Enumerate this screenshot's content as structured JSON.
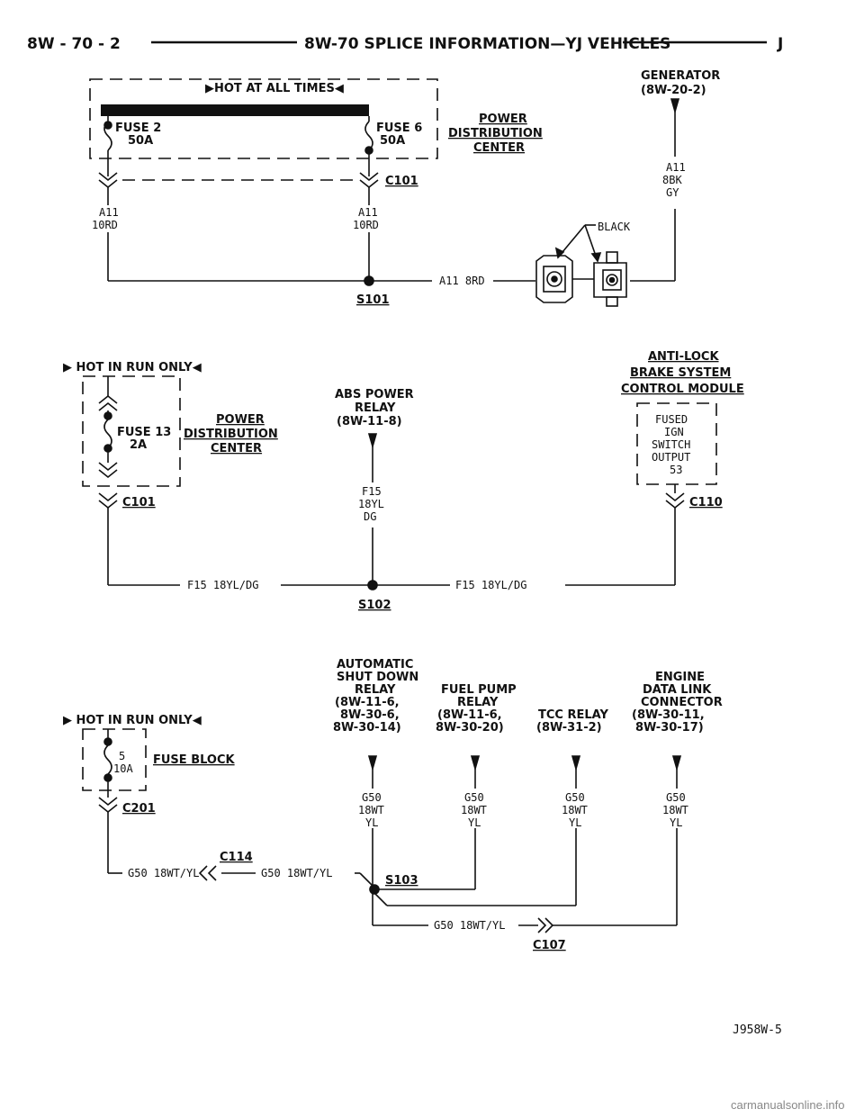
{
  "header": {
    "page_number": "8W - 70 - 2",
    "title": "8W-70 SPLICE INFORMATION—YJ VEHICLES",
    "letter": "J"
  },
  "section1": {
    "hot_label": "HOT AT ALL TIMES",
    "fuse2_name": "FUSE 2",
    "fuse2_rating": "50A",
    "fuse6_name": "FUSE 6",
    "fuse6_rating": "50A",
    "pdc_line1": "POWER",
    "pdc_line2": "DISTRIBUTION",
    "pdc_line3": "CENTER",
    "connector": "C101",
    "wire_left_1": "A11",
    "wire_left_2": "10RD",
    "wire_mid_1": "A11",
    "wire_mid_2": "10RD",
    "generator_1": "GENERATOR",
    "generator_2": "(8W-20-2)",
    "gen_wire_1": "A11",
    "gen_wire_2": "8BK",
    "gen_wire_3": "GY",
    "black_label": "BLACK",
    "splice_wire": "A11 8RD",
    "splice": "S101"
  },
  "section2": {
    "hot_label": "HOT IN RUN ONLY",
    "fuse_name": "FUSE 13",
    "fuse_rating": "2A",
    "pdc_line1": "POWER",
    "pdc_line2": "DISTRIBUTION",
    "pdc_line3": "CENTER",
    "connector": "C101",
    "abs_relay_1": "ABS POWER",
    "abs_relay_2": "RELAY",
    "abs_relay_3": "(8W-11-8)",
    "abs_wire_1": "F15",
    "abs_wire_2": "18YL",
    "abs_wire_3": "DG",
    "module_1": "ANTI-LOCK",
    "module_2": "BRAKE SYSTEM",
    "module_3": "CONTROL MODULE",
    "module_box_1": "FUSED",
    "module_box_2": "IGN",
    "module_box_3": "SWITCH",
    "module_box_4": "OUTPUT",
    "module_box_5": "53",
    "module_connector": "C110",
    "left_wire": "F15 18YL/DG",
    "right_wire": "F15 18YL/DG",
    "splice": "S102"
  },
  "section3": {
    "hot_label": "HOT IN RUN ONLY",
    "fuse_num": "5",
    "fuse_rating": "10A",
    "fuse_block": "FUSE BLOCK",
    "connector": "C201",
    "asd_1": "AUTOMATIC",
    "asd_2": "SHUT DOWN",
    "asd_3": "RELAY",
    "asd_4": "(8W-11-6,",
    "asd_5": "8W-30-6,",
    "asd_6": "8W-30-14)",
    "fp_1": "FUEL PUMP",
    "fp_2": "RELAY",
    "fp_3": "(8W-11-6,",
    "fp_4": "8W-30-20)",
    "tcc_1": "TCC RELAY",
    "tcc_2": "(8W-31-2)",
    "eng_1": "ENGINE",
    "eng_2": "DATA LINK",
    "eng_3": "CONNECTOR",
    "eng_4": "(8W-30-11,",
    "eng_5": "8W-30-17)",
    "g50_1": "G50",
    "g50_2": "18WT",
    "g50_3": "YL",
    "c114": "C114",
    "wire_a": "G50 18WT/YL",
    "wire_b": "G50 18WT/YL",
    "wire_c": "G50 18WT/YL",
    "splice": "S103",
    "c107": "C107"
  },
  "footer": {
    "figure_id": "J958W-5",
    "watermark": "carmanualsonline.info"
  }
}
